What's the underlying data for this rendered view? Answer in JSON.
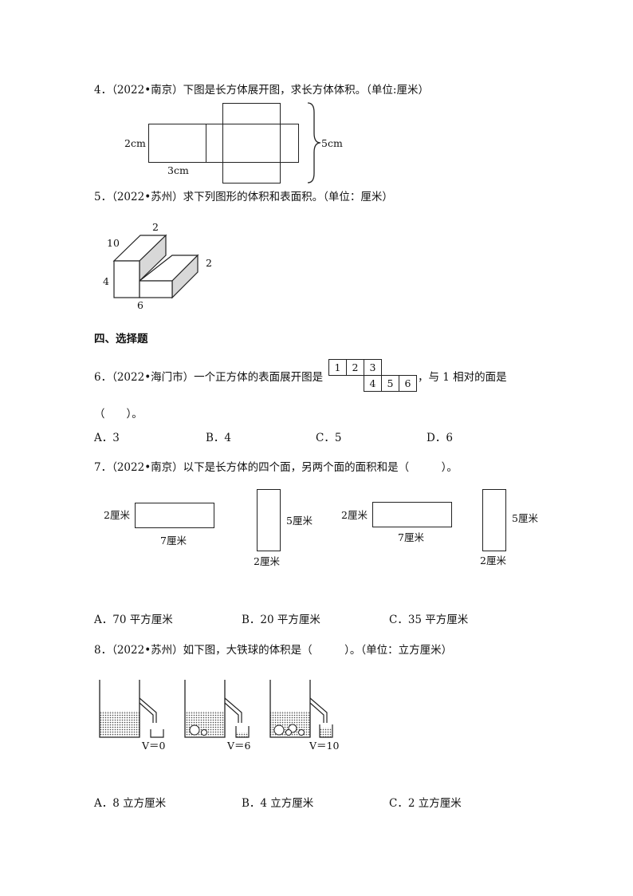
{
  "q4": {
    "text": "4．（2022•南京）下图是长方体展开图，求长方体体积。（单位:厘米）",
    "label_2cm": "2cm",
    "label_3cm": "3cm",
    "label_5cm": "5cm"
  },
  "q5": {
    "text": "5．（2022•苏州）求下列图形的体积和表面积。（单位：厘米）",
    "dims": {
      "top": "2",
      "depth": "10",
      "right": "2",
      "left": "4",
      "bottom": "6"
    }
  },
  "section4": {
    "title": "四、选择题"
  },
  "q6": {
    "text_before": "6．（2022•海门市）一个正方体的表面展开图是",
    "text_after": "，与 1 相对的面是",
    "paren": "（　　）。",
    "net_faces": [
      "1",
      "2",
      "3",
      "4",
      "5",
      "6"
    ],
    "options": [
      "A．3",
      "B．4",
      "C．5",
      "D．6"
    ]
  },
  "q7": {
    "text": "7．（2022•南京）以下是长方体的四个面，另两个面的面积和是（　　　）。",
    "faces": [
      {
        "side": "2厘米",
        "bottom": "7厘米"
      },
      {
        "side": "5厘米",
        "bottom": "2厘米"
      },
      {
        "side": "2厘米",
        "bottom": "7厘米"
      },
      {
        "side": "5厘米",
        "bottom": "2厘米"
      }
    ],
    "options": [
      "A．70 平方厘米",
      "B．20 平方厘米",
      "C．35 平方厘米"
    ]
  },
  "q8": {
    "text": "8．（2022•苏州）如下图，大铁球的体积是（　　　）。（单位：立方厘米）",
    "volumes": [
      "V＝0",
      "V＝6",
      "V＝10"
    ],
    "options": [
      "A．8 立方厘米",
      "B．4 立方厘米",
      "C．2 立方厘米"
    ]
  }
}
